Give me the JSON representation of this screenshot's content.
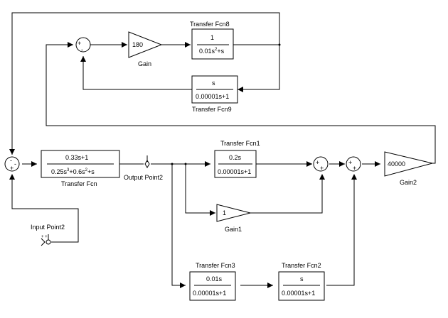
{
  "blocks": {
    "sum_top": {
      "signs": [
        "+",
        "-"
      ]
    },
    "sum_main": {
      "signs": [
        "-",
        "+",
        "-"
      ]
    },
    "sum_a": {
      "signs": [
        "+",
        "+"
      ]
    },
    "sum_b": {
      "signs": [
        "+",
        "+"
      ]
    },
    "gain": {
      "label": "Gain",
      "value": "180"
    },
    "tf8": {
      "label": "Transfer Fcn8",
      "num": "1",
      "den_a": "0.01s",
      "den_sup": "2",
      "den_b": "+s"
    },
    "tf9": {
      "label": "Transfer Fcn9",
      "num": "s",
      "den": "0.00001s+1"
    },
    "tf": {
      "label": "Transfer Fcn",
      "num": "0.33s+1",
      "den_a": "0.25s",
      "den_sup1": "3",
      "den_b": "+0.6s",
      "den_sup2": "2",
      "den_c": "+s"
    },
    "output_point": {
      "label": "Output Point2"
    },
    "tf1": {
      "label": "Transfer Fcn1",
      "num": "0.2s",
      "den": "0.00001s+1"
    },
    "gain1": {
      "label": "Gain1",
      "value": "1"
    },
    "gain2": {
      "label": "Gain2",
      "value": "40000"
    },
    "tf3": {
      "label": "Transfer Fcn3",
      "num": "0.01s",
      "den": "0.00001s+1"
    },
    "tf2": {
      "label": "Transfer Fcn2",
      "num": "s",
      "den": "0.00001s+1"
    },
    "input_point": {
      "label": "Input Point2",
      "signs": "+ +"
    }
  }
}
